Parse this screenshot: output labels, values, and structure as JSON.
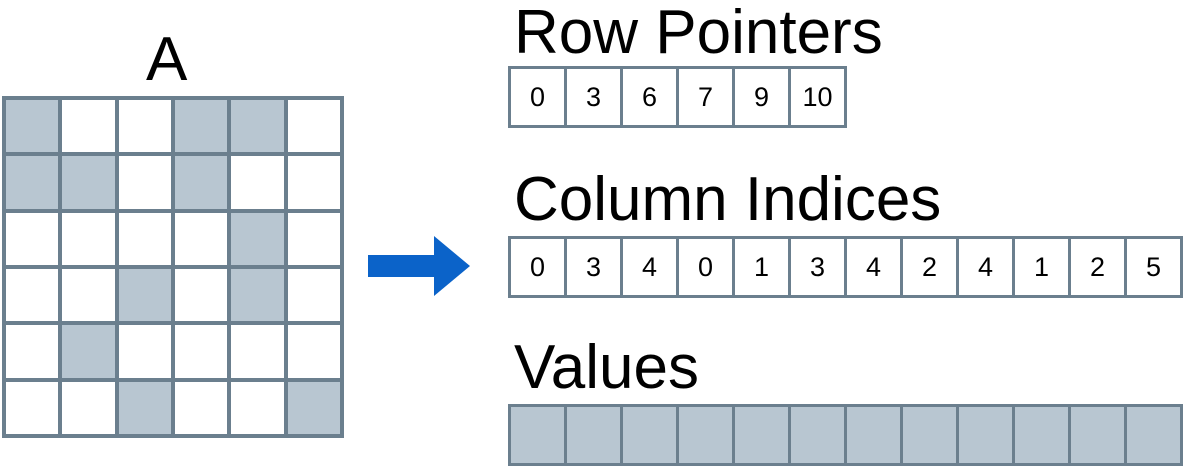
{
  "matrix": {
    "title": "A",
    "rows": [
      [
        1,
        0,
        0,
        1,
        1,
        0
      ],
      [
        1,
        1,
        0,
        1,
        0,
        0
      ],
      [
        0,
        0,
        0,
        0,
        1,
        0
      ],
      [
        0,
        0,
        1,
        0,
        1,
        0
      ],
      [
        0,
        1,
        0,
        0,
        0,
        0
      ],
      [
        0,
        0,
        1,
        0,
        0,
        1
      ]
    ]
  },
  "row_pointers": {
    "title": "Row Pointers",
    "values": [
      "0",
      "3",
      "6",
      "7",
      "9",
      "10"
    ]
  },
  "column_indices": {
    "title": "Column Indices",
    "values": [
      "0",
      "3",
      "4",
      "0",
      "1",
      "3",
      "4",
      "2",
      "4",
      "1",
      "2",
      "5"
    ]
  },
  "values": {
    "title": "Values",
    "count": 12
  },
  "colors": {
    "filled": "#b8c6d1",
    "border": "#6b7f8e",
    "arrow": "#0b63c9"
  }
}
